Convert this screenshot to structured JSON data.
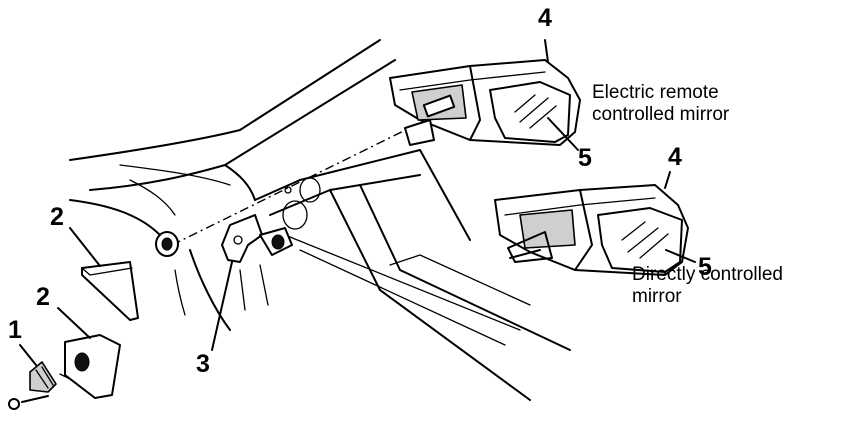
{
  "callouts": {
    "part_1": "1",
    "part_2_upper": "2",
    "part_2_lower": "2",
    "part_3": "3",
    "part_4_electric": "4",
    "part_5_electric": "5",
    "part_4_direct": "4",
    "part_5_direct": "5"
  },
  "captions": {
    "electric": {
      "line1": "Electric remote",
      "line2": "controlled mirror"
    },
    "direct": {
      "line1": "Directly controlled",
      "line2": "mirror"
    }
  }
}
